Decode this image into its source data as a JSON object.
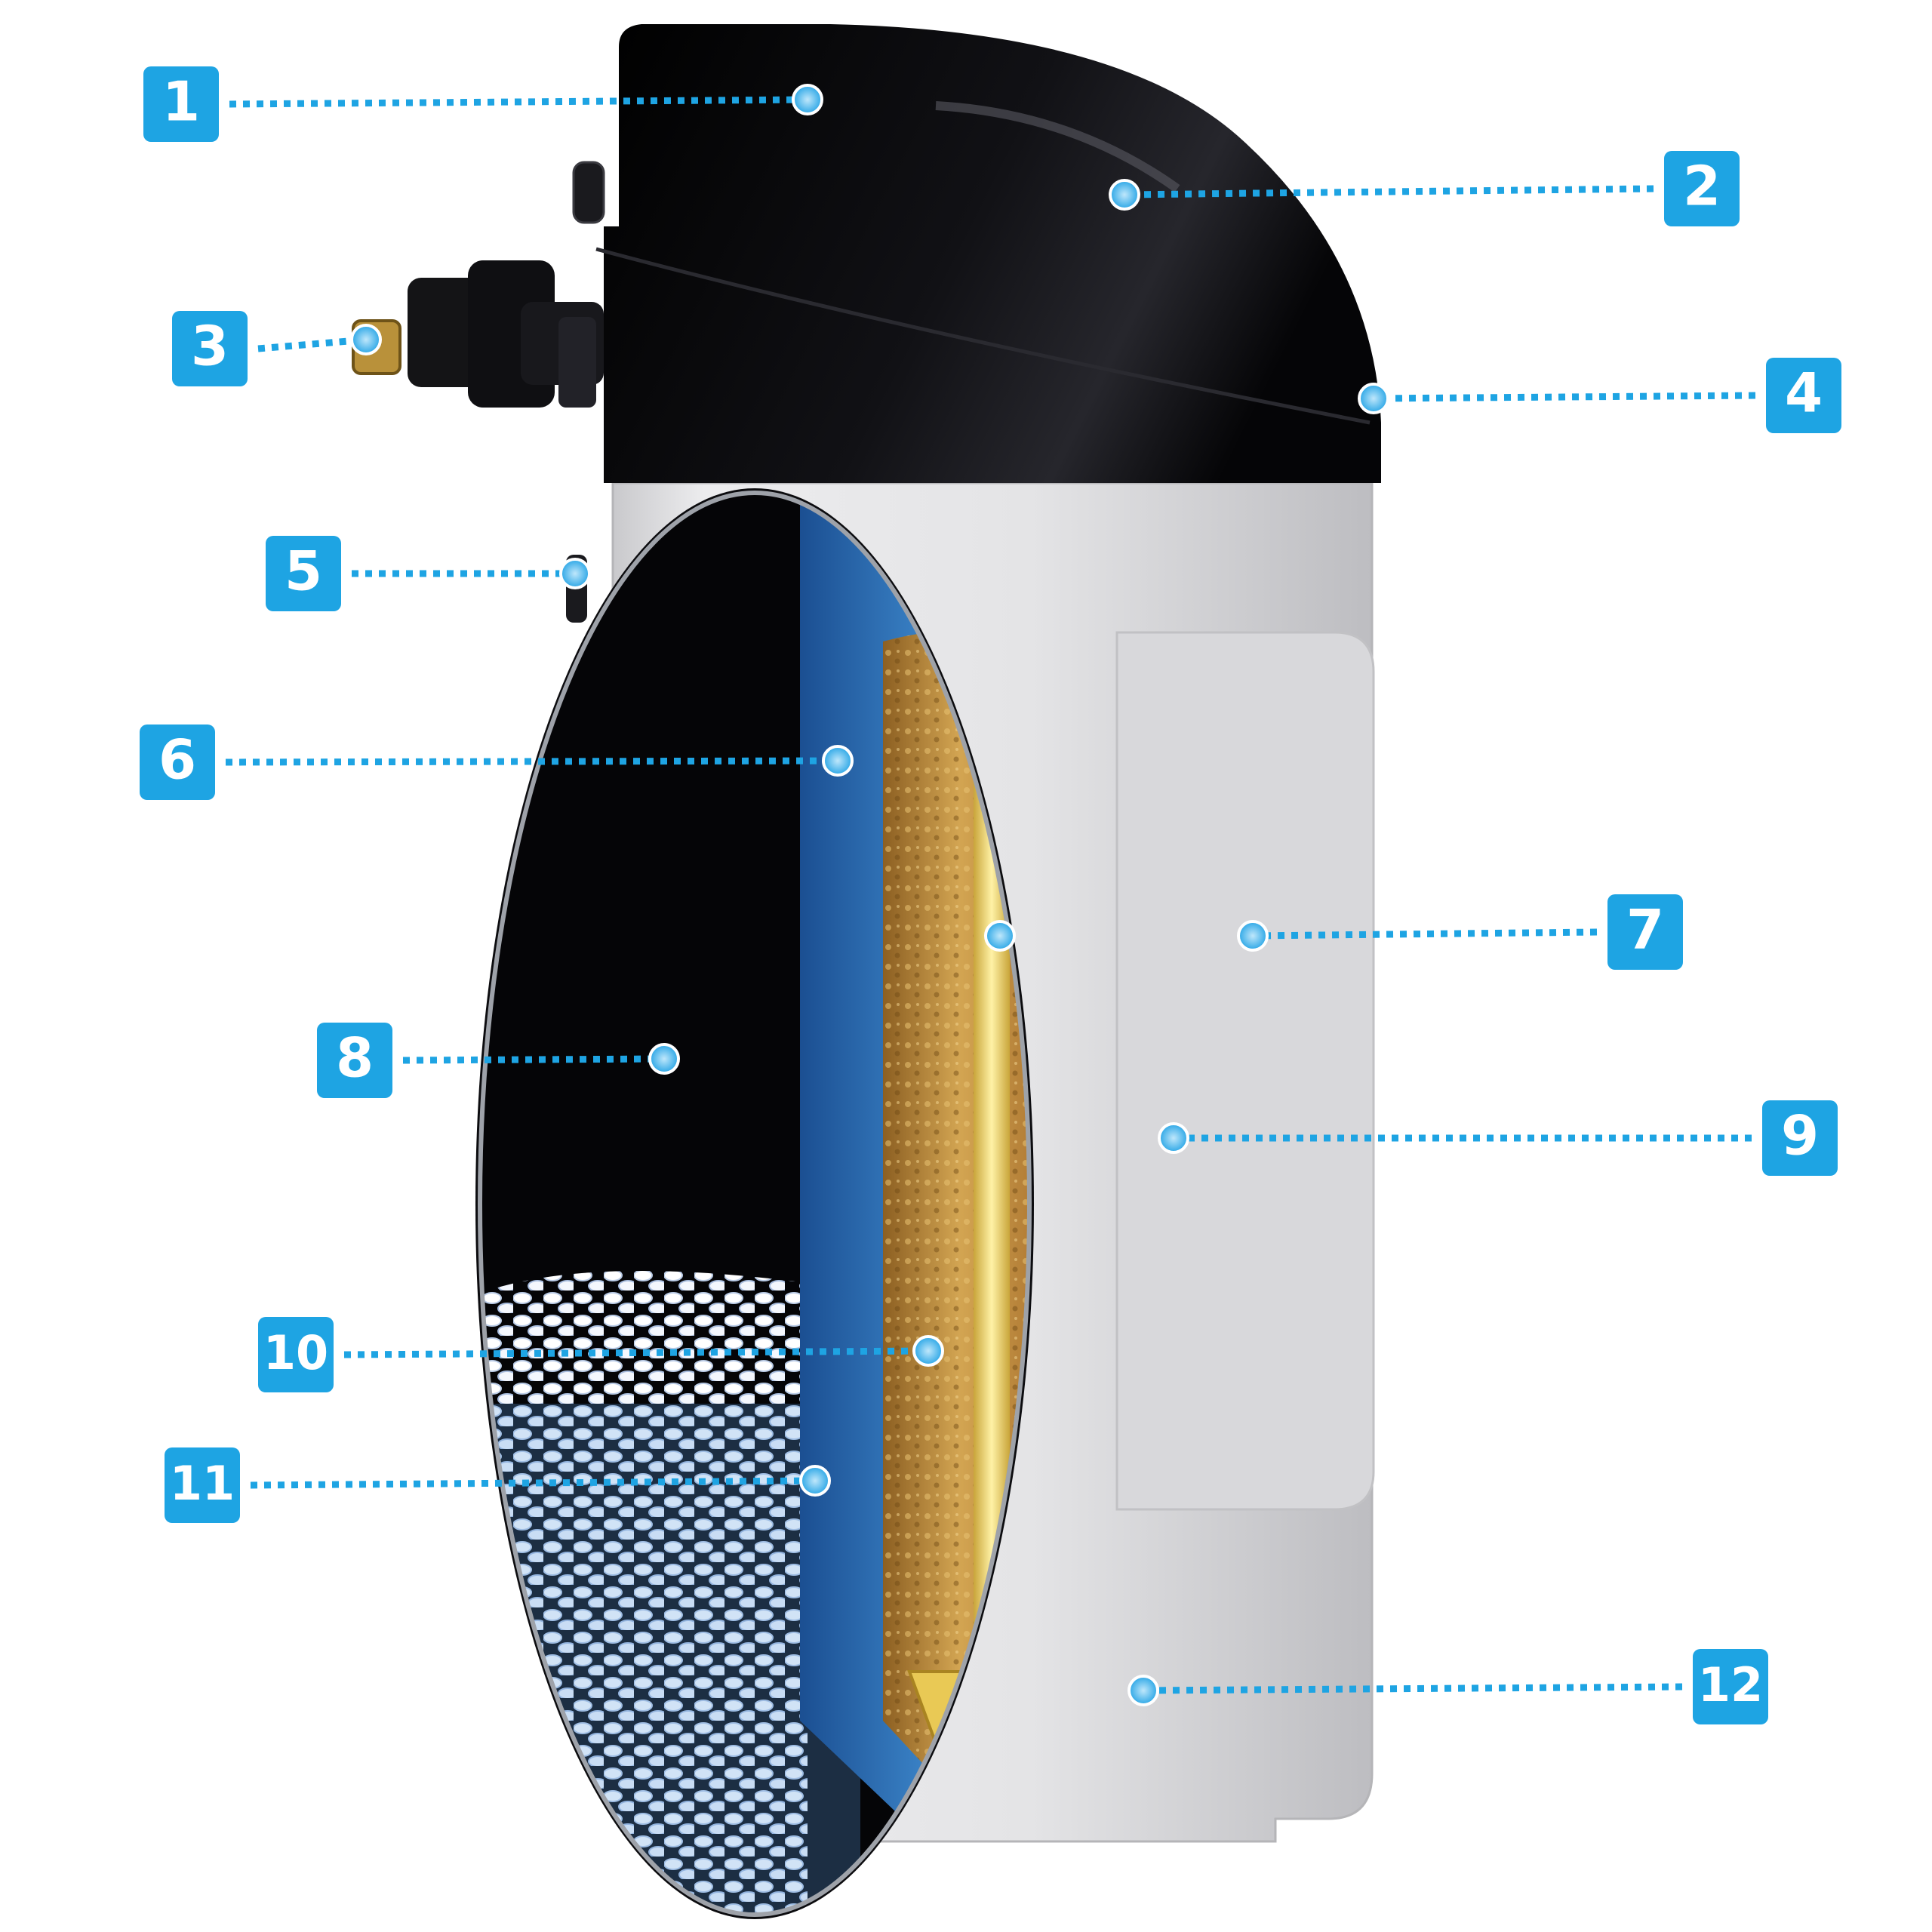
{
  "colors": {
    "callout": "#1ea4e3",
    "dot": "#43b7ee",
    "housing": "#e3e3e5",
    "cap": "#070709",
    "vessel_blue": "#2d6fb3",
    "resin": "#b98a3c",
    "tube": "#f0d56a",
    "salt": "#f2f5fb"
  },
  "callouts": [
    {
      "label": "1"
    },
    {
      "label": "2"
    },
    {
      "label": "3"
    },
    {
      "label": "4"
    },
    {
      "label": "5"
    },
    {
      "label": "6"
    },
    {
      "label": "7"
    },
    {
      "label": "8"
    },
    {
      "label": "9"
    },
    {
      "label": "10"
    },
    {
      "label": "11"
    },
    {
      "label": "12"
    }
  ]
}
